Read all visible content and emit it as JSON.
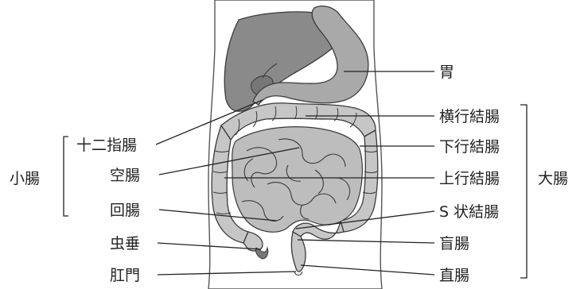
{
  "labels": {
    "stomach": "胃",
    "transverse_colon": "横行結腸",
    "descending_colon": "下行結腸",
    "ascending_colon": "上行結腸",
    "sigmoid_colon": "S 状結腸",
    "cecum": "盲腸",
    "rectum": "直腸",
    "duodenum": "十二指腸",
    "jejunum": "空腸",
    "ileum": "回腸",
    "appendix": "虫垂",
    "anus": "肛門",
    "small_intestine": "小腸",
    "large_intestine": "大腸"
  },
  "colors": {
    "organ_dark": "#8a8a8a",
    "organ_mid": "#a9a9a9",
    "organ_light": "#c6c6c6",
    "outline": "#3a3a3a",
    "text": "#222222"
  }
}
